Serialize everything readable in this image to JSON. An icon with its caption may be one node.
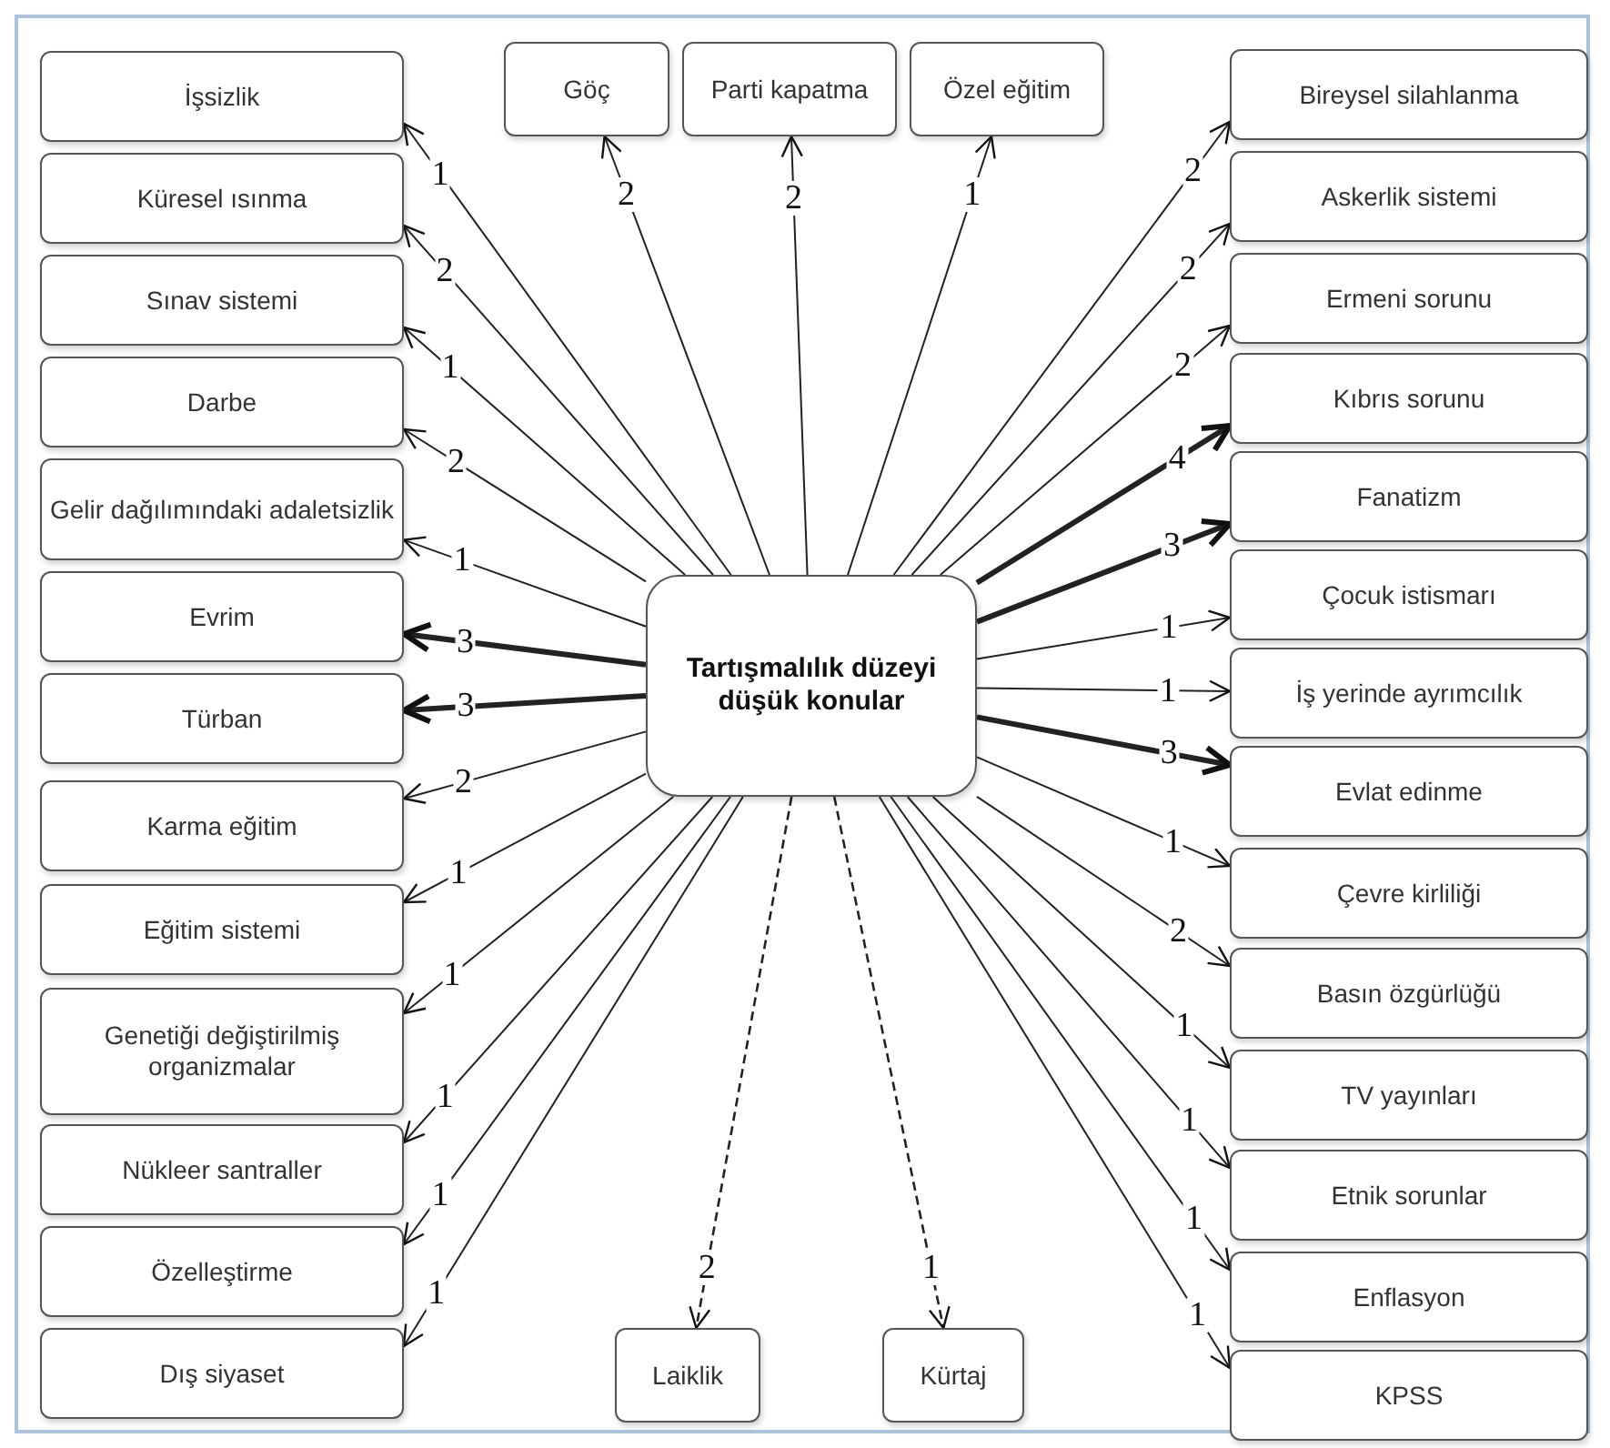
{
  "diagram": {
    "nodes": [
      {
        "text": [
          "Tartışmalılık düzeyi düşük konular"
        ]
      },
      {
        "text": [
          "İşsizlik"
        ]
      },
      {
        "text": [
          "Küresel ısınma"
        ]
      },
      {
        "text": [
          "Sınav sistemi"
        ]
      },
      {
        "text": [
          "Darbe"
        ]
      },
      {
        "text": [
          "Gelir dağılımındaki adaletsizlik"
        ]
      },
      {
        "text": [
          "Evrim"
        ]
      },
      {
        "text": [
          "Türban"
        ]
      },
      {
        "text": [
          "Karma eğitim"
        ]
      },
      {
        "text": [
          "Eğitim sistemi"
        ]
      },
      {
        "text": [
          "Genetiği değiştirilmiş organizmalar"
        ]
      },
      {
        "text": [
          "Nükleer santraller"
        ]
      },
      {
        "text": [
          "Özelleştirme"
        ]
      },
      {
        "text": [
          "Dış siyaset"
        ]
      },
      {
        "text": [
          "Göç"
        ]
      },
      {
        "text": [
          "Parti kapatma"
        ]
      },
      {
        "text": [
          "Özel eğitim"
        ]
      },
      {
        "text": [
          "Bireysel silahlanma"
        ]
      },
      {
        "text": [
          "Askerlik sistemi"
        ]
      },
      {
        "text": [
          "Ermeni sorunu"
        ]
      },
      {
        "text": [
          "Kıbrıs sorunu"
        ]
      },
      {
        "text": [
          "Fanatizm"
        ]
      },
      {
        "text": [
          "Çocuk istismarı"
        ]
      },
      {
        "text": [
          "İş yerinde ayrımcılık"
        ]
      },
      {
        "text": [
          "Evlat edinme"
        ]
      },
      {
        "text": [
          "Çevre kirliliği"
        ]
      },
      {
        "text": [
          "Basın özgürlüğü"
        ]
      },
      {
        "text": [
          "TV yayınları"
        ]
      },
      {
        "text": [
          "Etnik sorunlar"
        ]
      },
      {
        "text": [
          "Enflasyon"
        ]
      },
      {
        "text": [
          "KPSS"
        ]
      },
      {
        "text": [
          "Laiklik"
        ]
      },
      {
        "text": [
          "Kürtaj"
        ]
      }
    ],
    "edges": [
      {
        "from": 0,
        "to": 1,
        "arrow": "to",
        "label": "1"
      },
      {
        "from": 0,
        "to": 2,
        "arrow": "to",
        "label": "2"
      },
      {
        "from": 0,
        "to": 3,
        "arrow": "to",
        "label": "1"
      },
      {
        "from": 0,
        "to": 4,
        "arrow": "to",
        "label": "2"
      },
      {
        "from": 0,
        "to": 5,
        "arrow": "to",
        "label": "1"
      },
      {
        "from": 0,
        "to": 6,
        "arrow": "to",
        "label": "3",
        "style": "thick"
      },
      {
        "from": 0,
        "to": 7,
        "arrow": "to",
        "label": "3",
        "style": "thick"
      },
      {
        "from": 0,
        "to": 8,
        "arrow": "to",
        "label": "2"
      },
      {
        "from": 0,
        "to": 9,
        "arrow": "to",
        "label": "1"
      },
      {
        "from": 0,
        "to": 10,
        "arrow": "to",
        "label": "1"
      },
      {
        "from": 0,
        "to": 11,
        "arrow": "to",
        "label": "1"
      },
      {
        "from": 0,
        "to": 12,
        "arrow": "to",
        "label": "1"
      },
      {
        "from": 0,
        "to": 13,
        "arrow": "to",
        "label": "1"
      },
      {
        "from": 0,
        "to": 14,
        "arrow": "to",
        "label": "2"
      },
      {
        "from": 0,
        "to": 15,
        "arrow": "to",
        "label": "2"
      },
      {
        "from": 0,
        "to": 16,
        "arrow": "to",
        "label": "1"
      },
      {
        "from": 0,
        "to": 17,
        "arrow": "to",
        "label": "2"
      },
      {
        "from": 0,
        "to": 18,
        "arrow": "to",
        "label": "2"
      },
      {
        "from": 0,
        "to": 19,
        "arrow": "to",
        "label": "2"
      },
      {
        "from": 0,
        "to": 20,
        "arrow": "to",
        "label": "4",
        "style": "thick"
      },
      {
        "from": 0,
        "to": 21,
        "arrow": "to",
        "label": "3",
        "style": "thick"
      },
      {
        "from": 0,
        "to": 22,
        "arrow": "to",
        "label": "1"
      },
      {
        "from": 0,
        "to": 23,
        "arrow": "to",
        "label": "1"
      },
      {
        "from": 0,
        "to": 24,
        "arrow": "to",
        "label": "3",
        "style": "thick"
      },
      {
        "from": 0,
        "to": 25,
        "arrow": "to",
        "label": "1"
      },
      {
        "from": 0,
        "to": 26,
        "arrow": "to",
        "label": "2"
      },
      {
        "from": 0,
        "to": 27,
        "arrow": "to",
        "label": "1"
      },
      {
        "from": 0,
        "to": 28,
        "arrow": "to",
        "label": "1"
      },
      {
        "from": 0,
        "to": 29,
        "arrow": "to",
        "label": "1"
      },
      {
        "from": 0,
        "to": 30,
        "arrow": "to",
        "label": "1"
      },
      {
        "from": 0,
        "to": 31,
        "arrow": "to",
        "label": "2",
        "style": "dashed"
      },
      {
        "from": 0,
        "to": 32,
        "arrow": "to",
        "label": "1",
        "style": "dashed"
      }
    ]
  }
}
